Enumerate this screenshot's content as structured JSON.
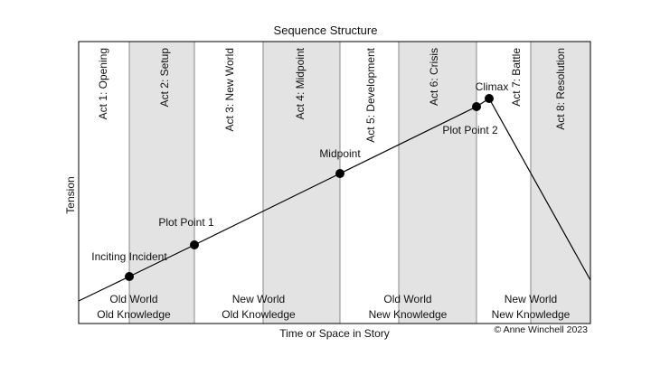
{
  "title": "Sequence Structure",
  "xlabel": "Time or Space in Story",
  "ylabel": "Tension",
  "copyright": "© Anne Winchell 2023",
  "colors": {
    "shaded": "#e3e3e3",
    "divider": "#888888",
    "line": "#000000"
  },
  "acts": [
    {
      "label": "Act 1: Opening",
      "shaded": false
    },
    {
      "label": "Act 2: Setup",
      "shaded": true
    },
    {
      "label": "Act 3: New World",
      "shaded": false
    },
    {
      "label": "Act 4: Midpoint",
      "shaded": true
    },
    {
      "label": "Act 5: Development",
      "shaded": false
    },
    {
      "label": "Act 6: Crisis",
      "shaded": true
    },
    {
      "label": "Act 7: Battle",
      "shaded": false
    },
    {
      "label": "Act 8: Resolution",
      "shaded": true
    }
  ],
  "quadrants": [
    {
      "line1": "Old World",
      "line2": "Old Knowledge"
    },
    {
      "line1": "New World",
      "line2": "Old Knowledge"
    },
    {
      "line1": "Old World",
      "line2": "New Knowledge"
    },
    {
      "line1": "New World",
      "line2": "New Knowledge"
    }
  ],
  "points": [
    {
      "label": "Inciting Incident"
    },
    {
      "label": "Plot Point 1"
    },
    {
      "label": "Midpoint"
    },
    {
      "label": "Plot Point 2"
    },
    {
      "label": "Climax"
    }
  ]
}
